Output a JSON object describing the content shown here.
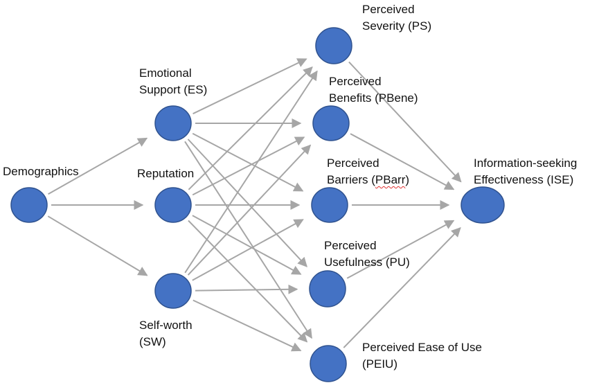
{
  "diagram": {
    "colors": {
      "node_fill": "#4472C4",
      "node_stroke": "#2F528F",
      "edge": "#A6A6A6",
      "text": "#111111"
    },
    "nodes": {
      "demographics": {
        "line1": "Demographics"
      },
      "es": {
        "line1": "Emotional",
        "line2": "Support (ES)"
      },
      "rep": {
        "line1": "Reputation"
      },
      "sw": {
        "line1": "Self-worth",
        "line2": "(SW)"
      },
      "ps": {
        "line1": "Perceived",
        "line2": "Severity (PS)"
      },
      "pbene": {
        "line1": "Perceived",
        "line2": "Benefits (PBene)"
      },
      "pbarr": {
        "line1": "Perceived",
        "line2a": "Barriers (",
        "line2b": "PBarr",
        "line2c": ")"
      },
      "pu": {
        "line1": "Perceived",
        "line2": "Usefulness (PU)"
      },
      "peiu": {
        "line1": "Perceived Ease of Use",
        "line2": "(PEIU)"
      },
      "ise": {
        "line1": "Information-seeking",
        "line2": "Effectiveness (ISE)"
      }
    },
    "edges": [
      {
        "from": "demographics",
        "to": "es"
      },
      {
        "from": "demographics",
        "to": "rep"
      },
      {
        "from": "demographics",
        "to": "sw"
      },
      {
        "from": "es",
        "to": "ps"
      },
      {
        "from": "es",
        "to": "pbene"
      },
      {
        "from": "es",
        "to": "pbarr"
      },
      {
        "from": "es",
        "to": "pu"
      },
      {
        "from": "es",
        "to": "peiu"
      },
      {
        "from": "rep",
        "to": "ps"
      },
      {
        "from": "rep",
        "to": "pbene"
      },
      {
        "from": "rep",
        "to": "pbarr"
      },
      {
        "from": "rep",
        "to": "pu"
      },
      {
        "from": "rep",
        "to": "peiu"
      },
      {
        "from": "sw",
        "to": "ps"
      },
      {
        "from": "sw",
        "to": "pbene"
      },
      {
        "from": "sw",
        "to": "pbarr"
      },
      {
        "from": "sw",
        "to": "pu"
      },
      {
        "from": "sw",
        "to": "peiu"
      },
      {
        "from": "ps",
        "to": "ise"
      },
      {
        "from": "pbene",
        "to": "ise"
      },
      {
        "from": "pbarr",
        "to": "ise"
      },
      {
        "from": "pu",
        "to": "ise"
      },
      {
        "from": "peiu",
        "to": "ise"
      }
    ]
  }
}
